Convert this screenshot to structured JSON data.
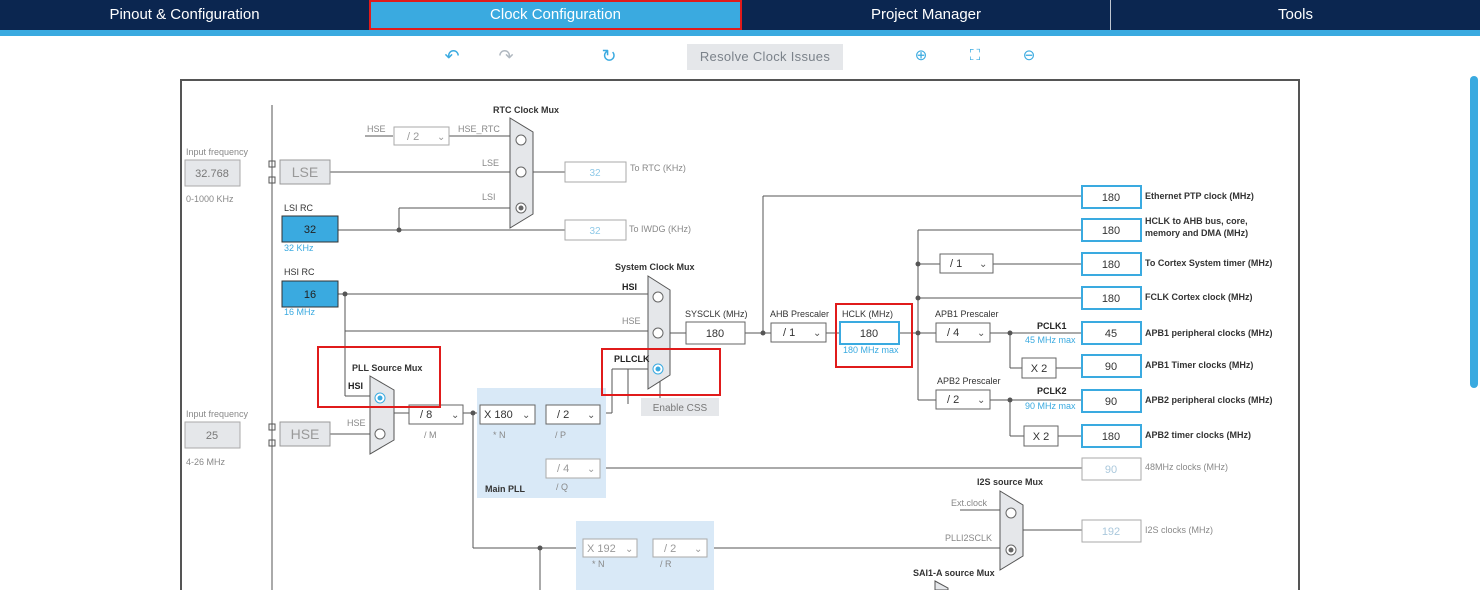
{
  "tabs": [
    "Pinout & Configuration",
    "Clock Configuration",
    "Project Manager",
    "Tools"
  ],
  "toolbar": {
    "undo_icon": "undo-icon",
    "redo_icon": "redo-icon",
    "reset_icon": "refresh-icon",
    "resolve_label": "Resolve Clock Issues",
    "zoom_in_icon": "zoom-in-icon",
    "fit_icon": "fit-screen-icon",
    "zoom_out_icon": "zoom-out-icon"
  },
  "lse": {
    "input_label": "Input frequency",
    "input_value": "32.768",
    "range": "0-1000 KHz",
    "label": "LSE"
  },
  "lsi": {
    "title": "LSI RC",
    "value": "32",
    "freq": "32 KHz"
  },
  "hsi": {
    "title": "HSI RC",
    "value": "16",
    "freq": "16 MHz"
  },
  "hse": {
    "input_label": "Input frequency",
    "input_value": "25",
    "range": "4-26 MHz",
    "label": "HSE"
  },
  "rtc_mux": {
    "title": "RTC Clock Mux",
    "div": "/ 2",
    "hse_label": "HSE",
    "hse_rtc": "HSE_RTC",
    "lse": "LSE",
    "lsi": "LSI"
  },
  "rtc_out": {
    "value": "32",
    "label": "To RTC (KHz)"
  },
  "iwdg_out": {
    "value": "32",
    "label": "To IWDG (KHz)"
  },
  "sysmux": {
    "title": "System Clock Mux",
    "hsi": "HSI",
    "hse": "HSE",
    "pllclk": "PLLCLK",
    "enable_css": "Enable CSS"
  },
  "pll_src": {
    "title": "PLL Source Mux",
    "hsi": "HSI",
    "hse": "HSE"
  },
  "pll": {
    "m_value": "/ 8",
    "m_label": "/ M",
    "n_value": "X 180",
    "n_label": "* N",
    "p_value": "/ 2",
    "p_label": "/ P",
    "q_value": "/ 4",
    "q_label": "/ Q",
    "title": "Main PLL"
  },
  "sysclk": {
    "label": "SYSCLK (MHz)",
    "value": "180"
  },
  "ahb": {
    "label": "AHB Prescaler",
    "value": "/ 1"
  },
  "hclk": {
    "label": "HCLK (MHz)",
    "value": "180",
    "max": "180 MHz max"
  },
  "cortex_div": "/ 1",
  "apb1": {
    "label": "APB1 Prescaler",
    "value": "/ 4",
    "pclk": "PCLK1",
    "max": "45 MHz max",
    "mult": "X 2"
  },
  "apb2": {
    "label": "APB2 Prescaler",
    "value": "/ 2",
    "pclk": "PCLK2",
    "max": "90 MHz max",
    "mult": "X 2"
  },
  "outputs": [
    {
      "value": "180",
      "label": "Ethernet PTP clock (MHz)"
    },
    {
      "value": "180",
      "label": "HCLK to AHB bus, core,",
      "label2": "memory and DMA (MHz)"
    },
    {
      "value": "180",
      "label": "To Cortex System timer (MHz)"
    },
    {
      "value": "180",
      "label": "FCLK Cortex clock (MHz)"
    },
    {
      "value": "45",
      "label": "APB1 peripheral clocks (MHz)"
    },
    {
      "value": "90",
      "label": "APB1 Timer clocks (MHz)"
    },
    {
      "value": "90",
      "label": "APB2 peripheral clocks (MHz)"
    },
    {
      "value": "180",
      "label": "APB2 timer clocks (MHz)"
    },
    {
      "value": "90",
      "label": "48MHz clocks (MHz)"
    },
    {
      "value": "192",
      "label": "I2S clocks (MHz)"
    }
  ],
  "i2s_mux": {
    "title": "I2S source Mux",
    "ext": "Ext.clock",
    "plli2s": "PLLI2SCLK"
  },
  "plli2s": {
    "n_value": "X 192",
    "n_label": "* N",
    "r_value": "/ 2",
    "r_label": "/ R"
  },
  "sai_mux": {
    "title": "SAI1-A source Mux"
  },
  "colors": {
    "accent": "#3aaae0",
    "navy": "#0b2650",
    "highlight": "#e01b1b"
  }
}
